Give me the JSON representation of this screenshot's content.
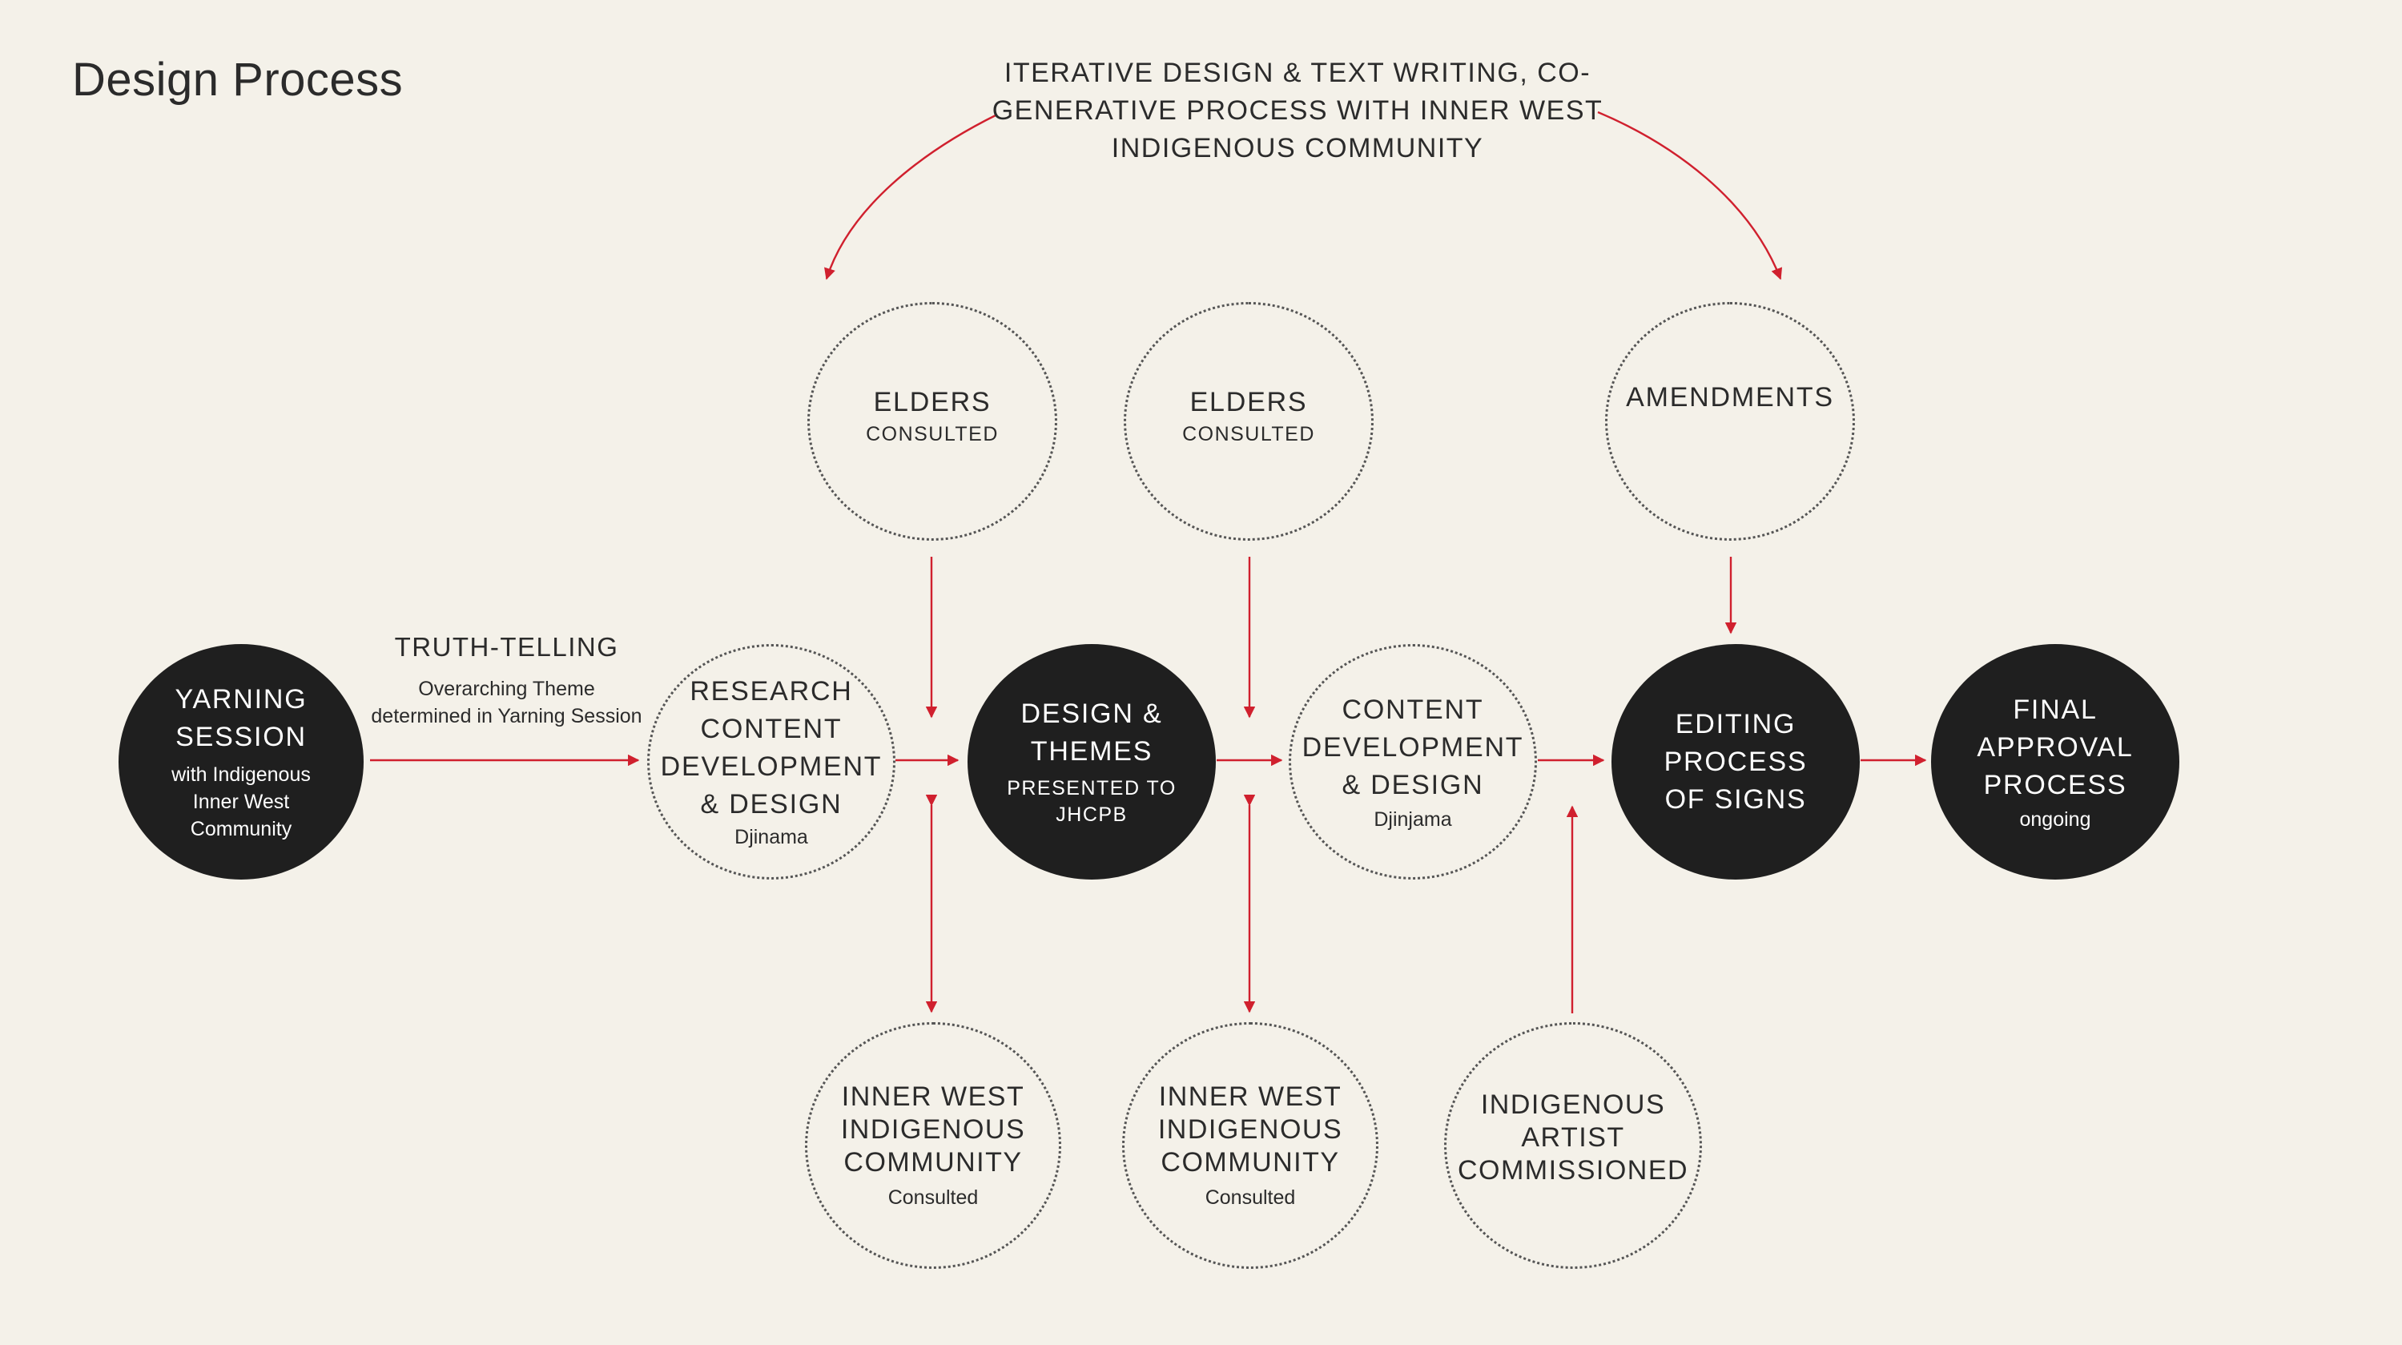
{
  "page_title": "Design Process",
  "banner": "ITERATIVE DESIGN & TEXT WRITING, CO-GENERATIVE PROCESS WITH INNER WEST INDIGENOUS COMMUNITY",
  "truth_telling": {
    "heading": "TRUTH-TELLING",
    "sub": "Overarching Theme determined in Yarning Session"
  },
  "nodes": {
    "yarning": {
      "main": "YARNING SESSION",
      "sub": "with Indigenous Inner West Community"
    },
    "research": {
      "main": "RESEARCH CONTENT DEVELOPMENT & DESIGN",
      "sub": "Djinama"
    },
    "design_themes": {
      "main": "DESIGN & THEMES",
      "sub": "PRESENTED TO JHCPB"
    },
    "content_dev": {
      "main": "CONTENT DEVELOPMENT & DESIGN",
      "sub": "Djinjama"
    },
    "editing": {
      "main": "EDITING PROCESS OF SIGNS"
    },
    "final": {
      "main": "FINAL APPROVAL PROCESS",
      "sub": "ongoing"
    },
    "elders_1": {
      "main": "ELDERS",
      "sub": "CONSULTED"
    },
    "elders_2": {
      "main": "ELDERS",
      "sub": "CONSULTED"
    },
    "amendments": {
      "main": "AMENDMENTS"
    },
    "community_1": {
      "main": "INNER WEST INDIGENOUS COMMUNITY",
      "sub": "Consulted"
    },
    "community_2": {
      "main": "INNER WEST INDIGENOUS COMMUNITY",
      "sub": "Consulted"
    },
    "artist": {
      "main": "INDIGENOUS ARTIST COMMISSIONED"
    }
  },
  "colors": {
    "background": "#f4f1e9",
    "arrow": "#d0202e",
    "dark_node": "#1f1f1f",
    "text": "#2b2b2b"
  }
}
